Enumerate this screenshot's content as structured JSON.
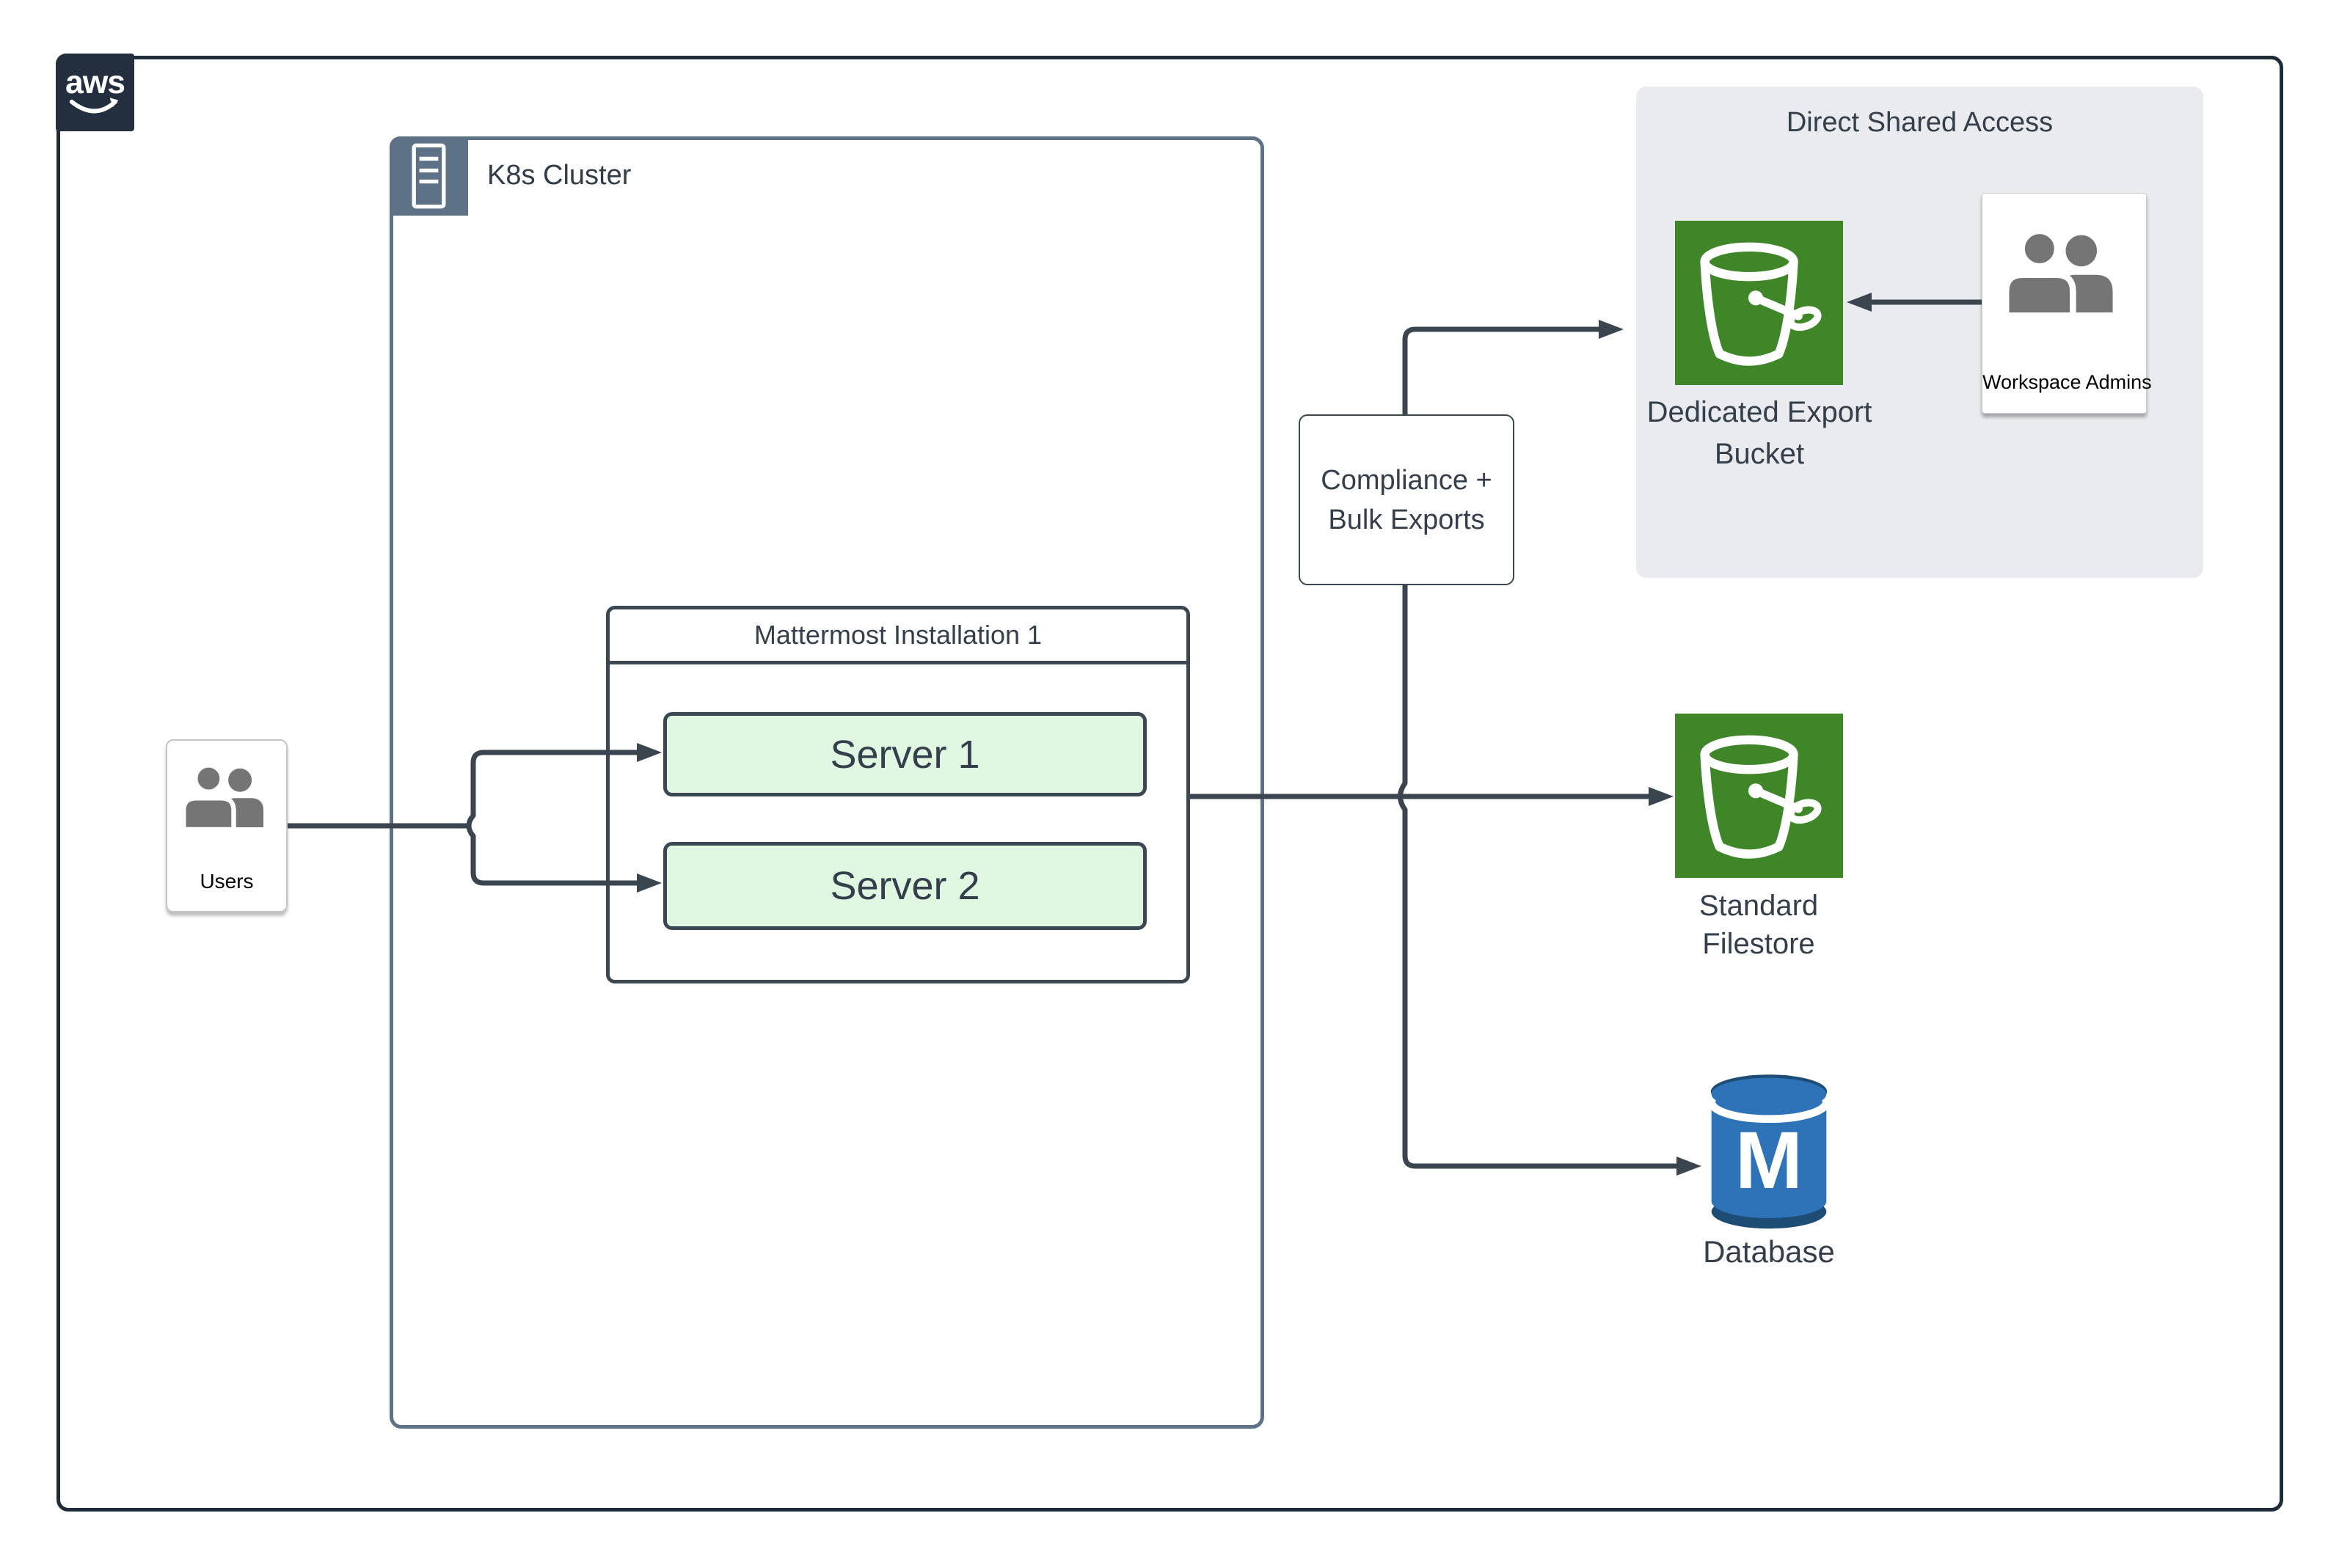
{
  "diagram": {
    "aws_logo": "aws",
    "cluster_title": "K8s Cluster",
    "users_label": "Users",
    "mattermost_title": "Mattermost Installation 1",
    "server1_label": "Server 1",
    "server2_label": "Server 2",
    "compliance_line1": "Compliance +",
    "compliance_line2": "Bulk Exports",
    "dsa_title": "Direct Shared Access",
    "dedicated_line1": "Dedicated Export",
    "dedicated_line2": "Bucket",
    "admins_label": "Workspace Admins",
    "filestore_line1": "Standard",
    "filestore_line2": "Filestore",
    "database_label": "Database",
    "database_letter": "M"
  },
  "colors": {
    "aws_navy": "#232F3E",
    "cluster_border": "#5D7187",
    "outer_border": "#202B39",
    "connector_line": "#3B4550",
    "server_fill": "#E0F7E1",
    "bucket_green": "#3E8627",
    "db_blue": "#2E73B8",
    "db_dark": "#1D4D74",
    "panel_bg": "#E9EBEE",
    "icon_gray": "#757575",
    "text_dark": "#343F4B"
  }
}
